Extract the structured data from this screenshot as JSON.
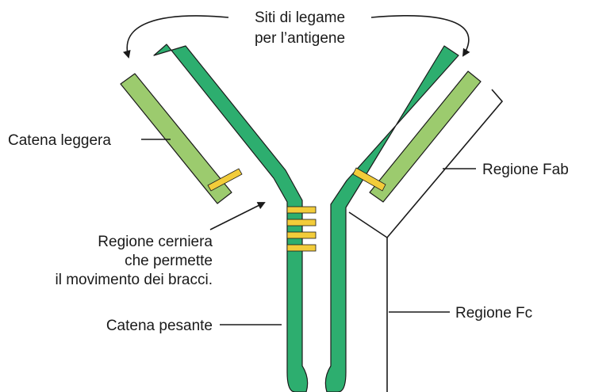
{
  "labels": {
    "binding_sites_line1": "Siti di legame",
    "binding_sites_line2": "per l’antigene",
    "light_chain": "Catena leggera",
    "fab_region": "Regione Fab",
    "hinge_line1": "Regione cerniera",
    "hinge_line2": "che permette",
    "hinge_line3": "il movimento dei bracci.",
    "heavy_chain": "Catena pesante",
    "fc_region": "Regione Fc"
  },
  "colors": {
    "heavy_chain": "#2dae6f",
    "heavy_chain_outline": "#1a1a1a",
    "light_chain": "#9ccb6e",
    "disulfide_bond": "#f2cc3a",
    "leader": "#1a1a1a"
  }
}
